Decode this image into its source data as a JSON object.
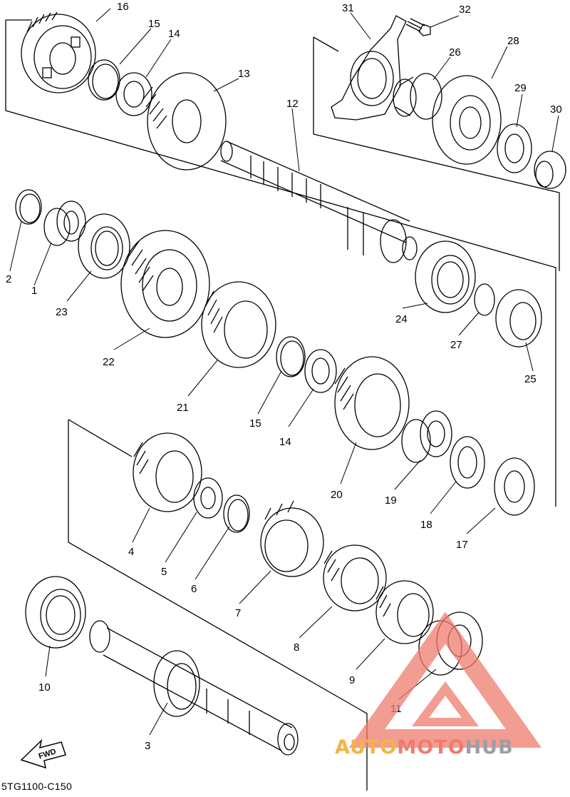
{
  "diagram": {
    "callouts": [
      "1",
      "2",
      "3",
      "4",
      "5",
      "6",
      "7",
      "8",
      "9",
      "10",
      "11",
      "12",
      "13",
      "14",
      "15",
      "15",
      "14",
      "16",
      "17",
      "18",
      "19",
      "20",
      "21",
      "22",
      "23",
      "24",
      "25",
      "26",
      "27",
      "28",
      "29",
      "30",
      "31",
      "32"
    ],
    "fwd_label": "FWD",
    "diagram_code": "5TG1100-C150"
  },
  "watermark": {
    "brand_part1": "AUTO",
    "brand_part2": "MOTO",
    "brand_part3": "HUB",
    "colors": {
      "part1": "#f2b544",
      "part2": "#f07b6e",
      "part3": "#9b9ea6",
      "triangle": "#f07b6e"
    }
  }
}
